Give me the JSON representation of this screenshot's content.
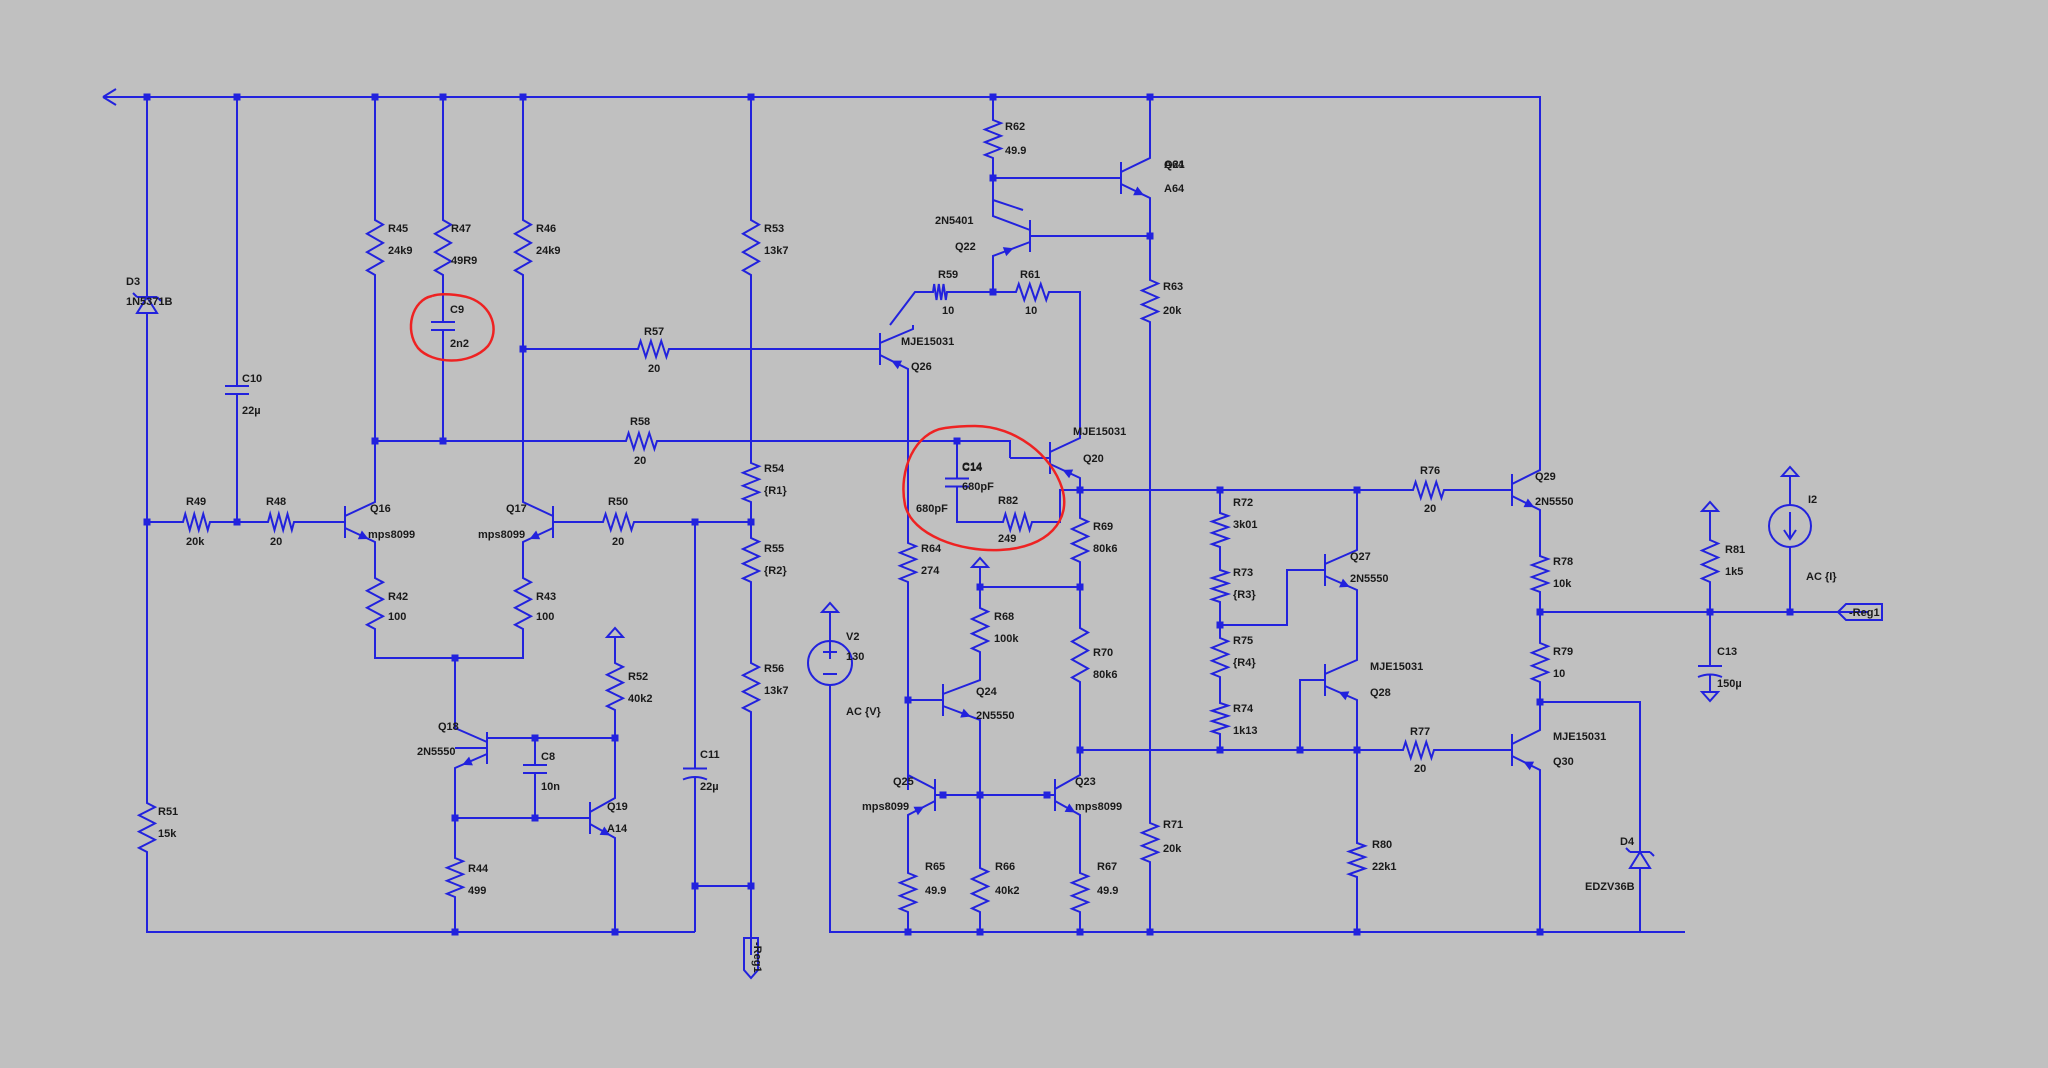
{
  "colors": {
    "background": "#c0c0c0",
    "wire": "#2222dd",
    "junction": "#2222dd",
    "text": "#1a1a1a",
    "highlight": "#ee2222"
  },
  "components": {
    "D3": {
      "ref": "D3",
      "value": "1N5371B"
    },
    "C10": {
      "ref": "C10",
      "value": "22µ"
    },
    "R49": {
      "ref": "R49",
      "value": "20k"
    },
    "R48": {
      "ref": "R48",
      "value": "20"
    },
    "R51": {
      "ref": "R51",
      "value": "15k"
    },
    "R45": {
      "ref": "R45",
      "value": "24k9"
    },
    "R47": {
      "ref": "R47",
      "value": "49R9"
    },
    "C9": {
      "ref": "C9",
      "value": "2n2"
    },
    "R46": {
      "ref": "R46",
      "value": "24k9"
    },
    "Q16": {
      "ref": "Q16",
      "value": "mps8099"
    },
    "Q17": {
      "ref": "Q17",
      "value": "mps8099"
    },
    "R42": {
      "ref": "R42",
      "value": "100"
    },
    "R43": {
      "ref": "R43",
      "value": "100"
    },
    "R50": {
      "ref": "R50",
      "value": "20"
    },
    "R57": {
      "ref": "R57",
      "value": "20"
    },
    "R58": {
      "ref": "R58",
      "value": "20"
    },
    "Q18": {
      "ref": "Q18",
      "value": "2N5550"
    },
    "C8": {
      "ref": "C8",
      "value": "10n"
    },
    "R52": {
      "ref": "R52",
      "value": "40k2"
    },
    "Q19": {
      "ref": "Q19",
      "value": "A14"
    },
    "R44": {
      "ref": "R44",
      "value": "499"
    },
    "C11": {
      "ref": "C11",
      "value": "22µ"
    },
    "R53": {
      "ref": "R53",
      "value": "13k7"
    },
    "R54": {
      "ref": "R54",
      "value": "{R1}"
    },
    "R55": {
      "ref": "R55",
      "value": "{R2}"
    },
    "R56": {
      "ref": "R56",
      "value": "13k7"
    },
    "R62": {
      "ref": "R62",
      "value": "49.9"
    },
    "Q21": {
      "ref": "Q21",
      "value": "A64"
    },
    "Q22": {
      "ref": "Q22",
      "value": "2N5401"
    },
    "R59": {
      "ref": "R59",
      "value": "10"
    },
    "R61": {
      "ref": "R61",
      "value": "10"
    },
    "R63": {
      "ref": "R63",
      "value": "20k"
    },
    "Q26": {
      "ref": "Q26",
      "value": "MJE15031"
    },
    "Q20": {
      "ref": "Q20",
      "value": "MJE15031"
    },
    "C14": {
      "ref": "C14",
      "value": "680pF"
    },
    "R82": {
      "ref": "R82",
      "value": "249"
    },
    "R64": {
      "ref": "R64",
      "value": "274"
    },
    "R69": {
      "ref": "R69",
      "value": "80k6"
    },
    "R70": {
      "ref": "R70",
      "value": "80k6"
    },
    "R68": {
      "ref": "R68",
      "value": "100k"
    },
    "Q24": {
      "ref": "Q24",
      "value": "2N5550"
    },
    "Q25": {
      "ref": "Q25",
      "value": "mps8099"
    },
    "Q23": {
      "ref": "Q23",
      "value": "mps8099"
    },
    "R65": {
      "ref": "R65",
      "value": "49.9"
    },
    "R66": {
      "ref": "R66",
      "value": "40k2"
    },
    "R67": {
      "ref": "R67",
      "value": "49.9"
    },
    "R71": {
      "ref": "R71",
      "value": "20k"
    },
    "V2": {
      "ref": "V2",
      "value": "130",
      "extra": "AC {V}"
    },
    "R72": {
      "ref": "R72",
      "value": "3k01"
    },
    "R73": {
      "ref": "R73",
      "value": "{R3}"
    },
    "R75": {
      "ref": "R75",
      "value": "{R4}"
    },
    "R74": {
      "ref": "R74",
      "value": "1k13"
    },
    "Q27": {
      "ref": "Q27",
      "value": "2N5550"
    },
    "Q28": {
      "ref": "Q28",
      "value": "MJE15031"
    },
    "R76": {
      "ref": "R76",
      "value": "20"
    },
    "R77": {
      "ref": "R77",
      "value": "20"
    },
    "R80": {
      "ref": "R80",
      "value": "22k1"
    },
    "Q29": {
      "ref": "Q29",
      "value": "2N5550"
    },
    "Q30": {
      "ref": "Q30",
      "value": "MJE15031"
    },
    "R78": {
      "ref": "R78",
      "value": "10k"
    },
    "R79": {
      "ref": "R79",
      "value": "10"
    },
    "D4": {
      "ref": "D4",
      "value": "EDZV36B"
    },
    "R81": {
      "ref": "R81",
      "value": "1k5"
    },
    "C13": {
      "ref": "C13",
      "value": "150µ"
    },
    "I2": {
      "ref": "I2",
      "value": "AC {I}"
    }
  },
  "net_labels": {
    "reg1_bottom": "-Reg1",
    "reg1_right": "-Reg1"
  }
}
